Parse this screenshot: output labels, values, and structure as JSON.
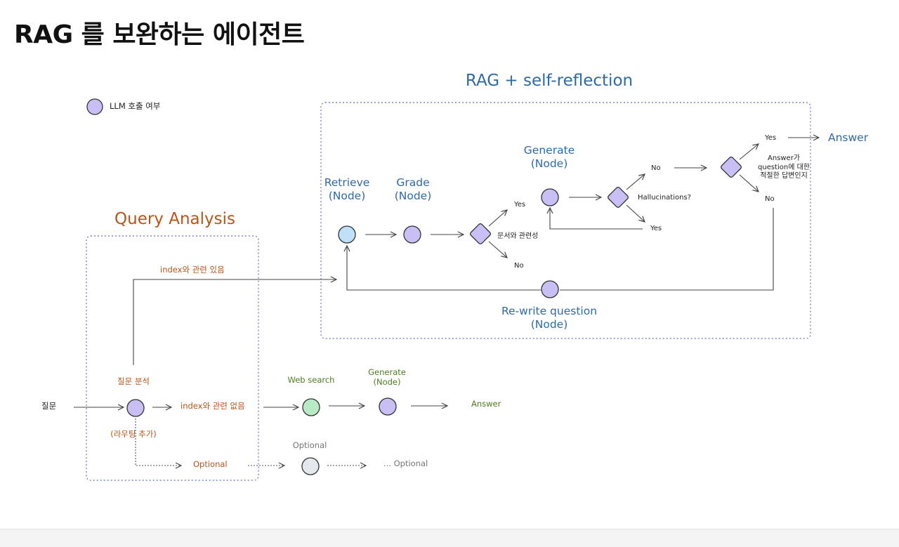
{
  "page": {
    "title": "RAG 를 보완하는 에이전트"
  },
  "legend": {
    "label": "LLM 호출 여부"
  },
  "sections": {
    "rag_self_reflection": "RAG + self-reflection",
    "query_analysis": "Query Analysis"
  },
  "rag": {
    "retrieve": {
      "name": "Retrieve",
      "type": "(Node)"
    },
    "grade": {
      "name": "Grade",
      "type": "(Node)"
    },
    "generate": {
      "name": "Generate",
      "type": "(Node)"
    },
    "rewrite": {
      "name": "Re-write question",
      "type": "(Node)"
    },
    "doc_relevance": "문서와 관련성",
    "doc_yes": "Yes",
    "doc_no": "No",
    "hallucinations": "Hallucinations?",
    "hall_no": "No",
    "hall_yes": "Yes",
    "answer_check_line1": "Answer가",
    "answer_check_line2": "question에 대한",
    "answer_check_line3": "적절한 답변인지",
    "ans_yes": "Yes",
    "ans_no": "No",
    "answer": "Answer"
  },
  "query": {
    "question": "질문",
    "analyze": "질문 분석",
    "routing": "(라우팅 추가)",
    "index_related": "index와 관련 있음",
    "index_unrelated": "index와 관련 없음",
    "optional": "Optional"
  },
  "web": {
    "web_search": "Web search",
    "generate": {
      "name": "Generate",
      "type": "(Node)"
    },
    "answer": "Answer"
  },
  "optional": {
    "node_label": "Optional",
    "more": "... Optional"
  },
  "colors": {
    "llm_node": "#c9bff5",
    "retrieve_node": "#bfe0f7",
    "web_node": "#b8ebc4",
    "optional_node": "#e3e8ee",
    "blue_text": "#2e6aa8",
    "orange_text": "#b8551b",
    "green_text": "#4f7a1f"
  }
}
